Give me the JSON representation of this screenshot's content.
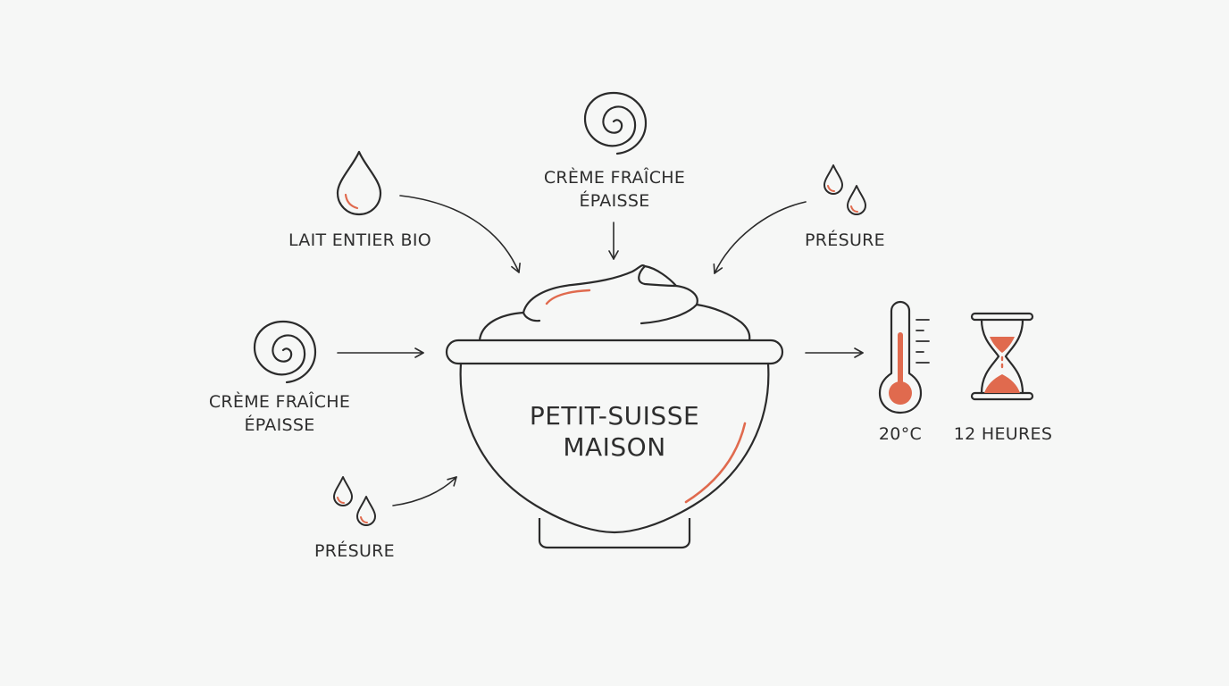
{
  "product": {
    "line1": "PETIT-SUISSE",
    "line2": "MAISON"
  },
  "ingredients": {
    "lait": {
      "label": "LAIT ENTIER BIO",
      "icon": "milk-drop-icon"
    },
    "creme_top": {
      "line1": "CRÈME FRAÎCHE",
      "line2": "ÉPAISSE",
      "icon": "cream-swirl-icon"
    },
    "presure_top": {
      "label": "PRÉSURE",
      "icon": "rennet-drops-icon"
    },
    "creme_left": {
      "line1": "CRÈME FRAÎCHE",
      "line2": "ÉPAISSE",
      "icon": "cream-swirl-icon"
    },
    "presure_bottom": {
      "label": "PRÉSURE",
      "icon": "rennet-drops-icon"
    }
  },
  "conditions": {
    "temperature": {
      "label": "20°C",
      "icon": "thermometer-icon"
    },
    "duration": {
      "label": "12 HEURES",
      "icon": "hourglass-icon"
    }
  },
  "colors": {
    "line": "#2b2b2b",
    "accent": "#e06a4e",
    "background": "#f6f7f6"
  }
}
